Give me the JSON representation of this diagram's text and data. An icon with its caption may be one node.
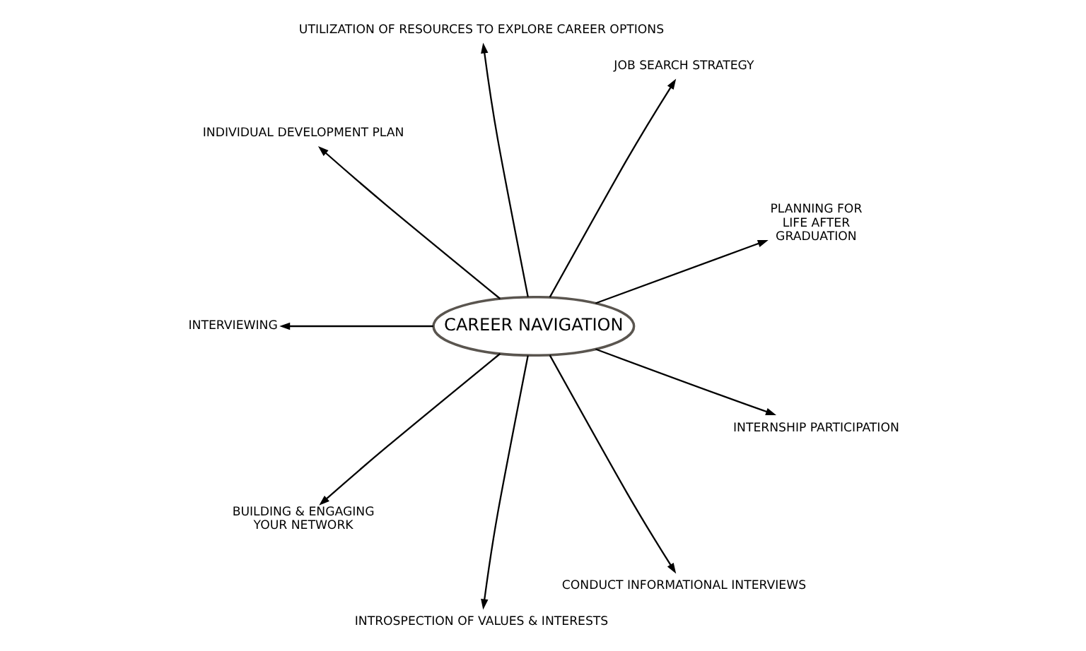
{
  "diagram": {
    "nodes": [
      {
        "text": [
          "UTILIZATION OF RESOURCES TO EXPLORE CAREER OPTIONS"
        ]
      },
      {
        "text": [
          "INDIVIDUAL DEVELOPMENT PLAN"
        ]
      },
      {
        "text": [
          "JOB SEARCH STRATEGY"
        ]
      },
      {
        "text": [
          "INTERVIEWING"
        ]
      },
      {
        "text": [
          "PLANNING FOR LIFE AFTER GRADUATION"
        ]
      },
      {
        "text": [
          "CAREER NAVIGATION"
        ]
      },
      {
        "text": [
          "BUILDING & ENGAGING YOUR NETWORK"
        ]
      },
      {
        "text": [
          "INTERNSHIP PARTICIPATION"
        ]
      },
      {
        "text": [
          "CONDUCT INFORMATIONAL INTERVIEWS"
        ]
      },
      {
        "text": [
          "INTROSPECTION OF VALUES & INTERESTS"
        ]
      }
    ],
    "edges": [
      {
        "from": 5,
        "to": 0,
        "arrow": "to"
      },
      {
        "from": 5,
        "to": 1,
        "arrow": "to"
      },
      {
        "from": 5,
        "to": 2,
        "arrow": "to"
      },
      {
        "from": 5,
        "to": 3,
        "arrow": "to"
      },
      {
        "from": 5,
        "to": 4,
        "arrow": "to"
      },
      {
        "from": 5,
        "to": 6,
        "arrow": "to"
      },
      {
        "from": 5,
        "to": 7,
        "arrow": "to"
      },
      {
        "from": 5,
        "to": 8,
        "arrow": "to"
      },
      {
        "from": 5,
        "to": 9,
        "arrow": "to"
      }
    ]
  }
}
